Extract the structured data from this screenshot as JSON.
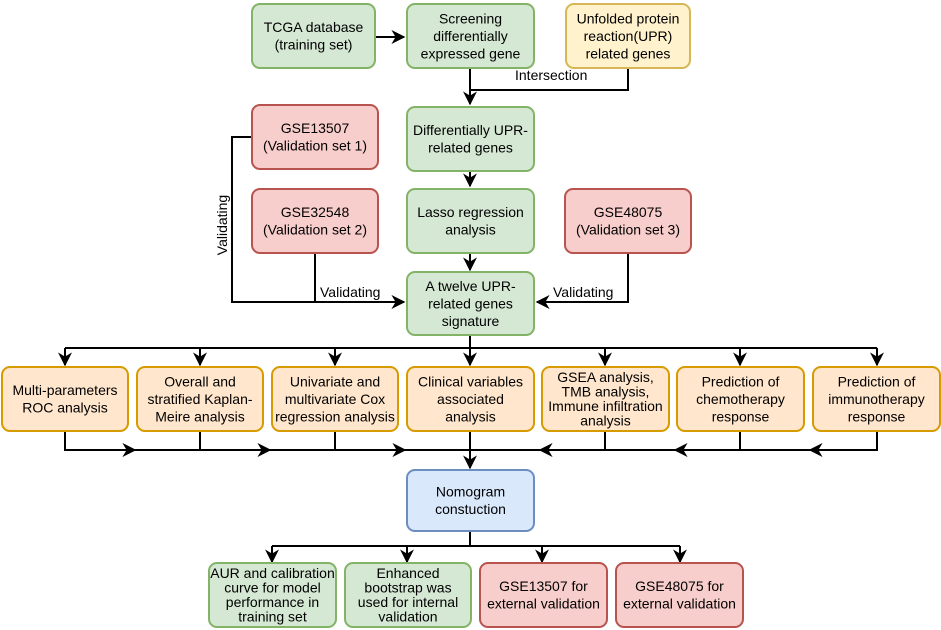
{
  "nodes": {
    "tcga": {
      "lines": [
        "TCGA database",
        "(training set)"
      ],
      "color": "green"
    },
    "screening": {
      "lines": [
        "Screening",
        "differentially",
        "expressed gene"
      ],
      "color": "green"
    },
    "upr": {
      "lines": [
        "Unfolded protein",
        "reaction(UPR)",
        "related genes"
      ],
      "color": "yellow"
    },
    "diff_upr": {
      "lines": [
        "Differentially UPR-",
        "related genes"
      ],
      "color": "green"
    },
    "gse13507": {
      "lines": [
        "GSE13507",
        "(Validation set 1)"
      ],
      "color": "red"
    },
    "gse32548": {
      "lines": [
        "GSE32548",
        "(Validation set 2)"
      ],
      "color": "red"
    },
    "lasso": {
      "lines": [
        "Lasso regression",
        "analysis"
      ],
      "color": "green"
    },
    "gse48075": {
      "lines": [
        "GSE48075",
        "(Validation set 3)"
      ],
      "color": "red"
    },
    "signature": {
      "lines": [
        "A twelve UPR-",
        "related genes",
        "signature"
      ],
      "color": "green"
    },
    "roc": {
      "lines": [
        "Multi-parameters",
        "ROC analysis"
      ],
      "color": "orange"
    },
    "km": {
      "lines": [
        "Overall and",
        "stratified Kaplan-",
        "Meire analysis"
      ],
      "color": "orange"
    },
    "cox": {
      "lines": [
        "Univariate and",
        "multivariate Cox",
        "regression analysis"
      ],
      "color": "orange"
    },
    "clinical": {
      "lines": [
        "Clinical variables",
        "associated",
        "analysis"
      ],
      "color": "orange"
    },
    "gsea": {
      "lines": [
        "GSEA analysis,",
        "TMB analysis,",
        "Immune infiltration",
        "analysis"
      ],
      "color": "orange"
    },
    "chemo": {
      "lines": [
        "Prediction of",
        "chemotherapy",
        "response"
      ],
      "color": "orange"
    },
    "immuno": {
      "lines": [
        "Prediction of",
        "immunotherapy",
        "response"
      ],
      "color": "orange"
    },
    "nomogram": {
      "lines": [
        "Nomogram",
        "constuction"
      ],
      "color": "blue"
    },
    "aur": {
      "lines": [
        "AUR and calibration",
        "curve for model",
        "performance in",
        "training set"
      ],
      "color": "green"
    },
    "bootstrap": {
      "lines": [
        "Enhanced",
        "bootstrap  was",
        "used for internal",
        "validation"
      ],
      "color": "green"
    },
    "ext13507": {
      "lines": [
        "GSE13507 for",
        "external validation"
      ],
      "color": "red"
    },
    "ext48075": {
      "lines": [
        "GSE48075 for",
        "external validation"
      ],
      "color": "red"
    }
  },
  "edge_labels": {
    "intersection": "Intersection",
    "validating_left": "Validating",
    "validating_mid": "Validating",
    "validating_right": "Validating"
  }
}
